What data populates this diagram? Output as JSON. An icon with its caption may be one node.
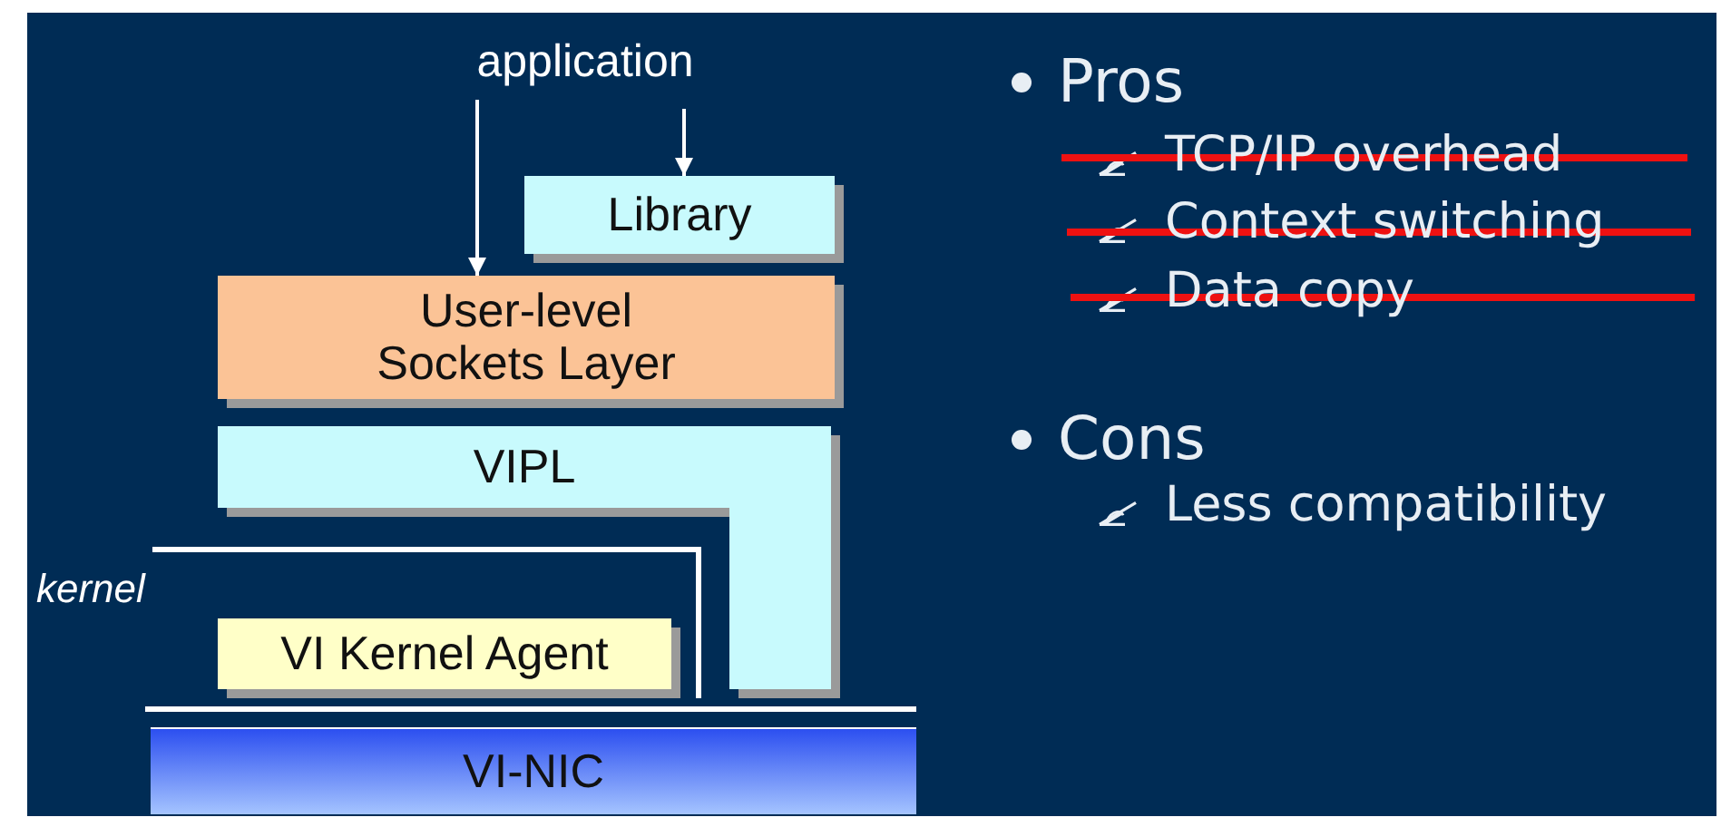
{
  "diagram": {
    "nodes": [
      {
        "text": [
          "application"
        ]
      },
      {
        "text": [
          "Library"
        ]
      },
      {
        "text": [
          "User-level Sockets Layer"
        ]
      },
      {
        "text": [
          "VIPL"
        ]
      },
      {
        "text": [
          "VI Kernel Agent"
        ]
      },
      {
        "text": [
          "VI-NIC"
        ]
      }
    ],
    "edges": [
      {
        "from": 0,
        "to": 2,
        "arrow": "to"
      },
      {
        "from": 0,
        "to": 1,
        "arrow": "to"
      }
    ],
    "labels": [
      "kernel",
      "Pros",
      "TCP/IP overhead",
      "Context switching",
      "Data copy",
      "Cons",
      "Less compatibility"
    ]
  }
}
